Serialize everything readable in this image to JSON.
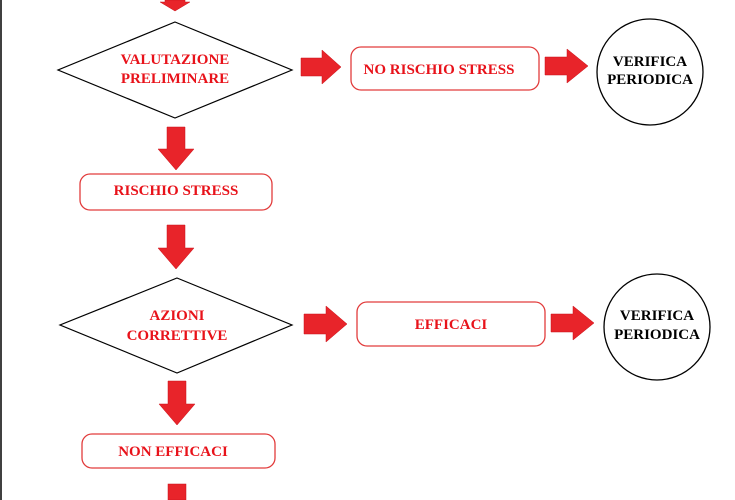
{
  "diagram": {
    "decision_1": {
      "line1": "VALUTAZIONE",
      "line2": "PRELIMINARE"
    },
    "box_no_risk": "NO RISCHIO STRESS",
    "circle_1": {
      "line1": "VERIFICA",
      "line2": "PERIODICA"
    },
    "box_risk": "RISCHIO STRESS",
    "decision_2": {
      "line1": "AZIONI",
      "line2": "CORRETTIVE"
    },
    "box_effective": "EFFICACI",
    "circle_2": {
      "line1": "VERIFICA",
      "line2": "PERIODICA"
    },
    "box_not_effective": "NON EFFICACI"
  },
  "colors": {
    "accent_red": "#e8121a",
    "arrow_red": "#e8242a",
    "outline_black": "#000000",
    "background": "#ffffff"
  }
}
